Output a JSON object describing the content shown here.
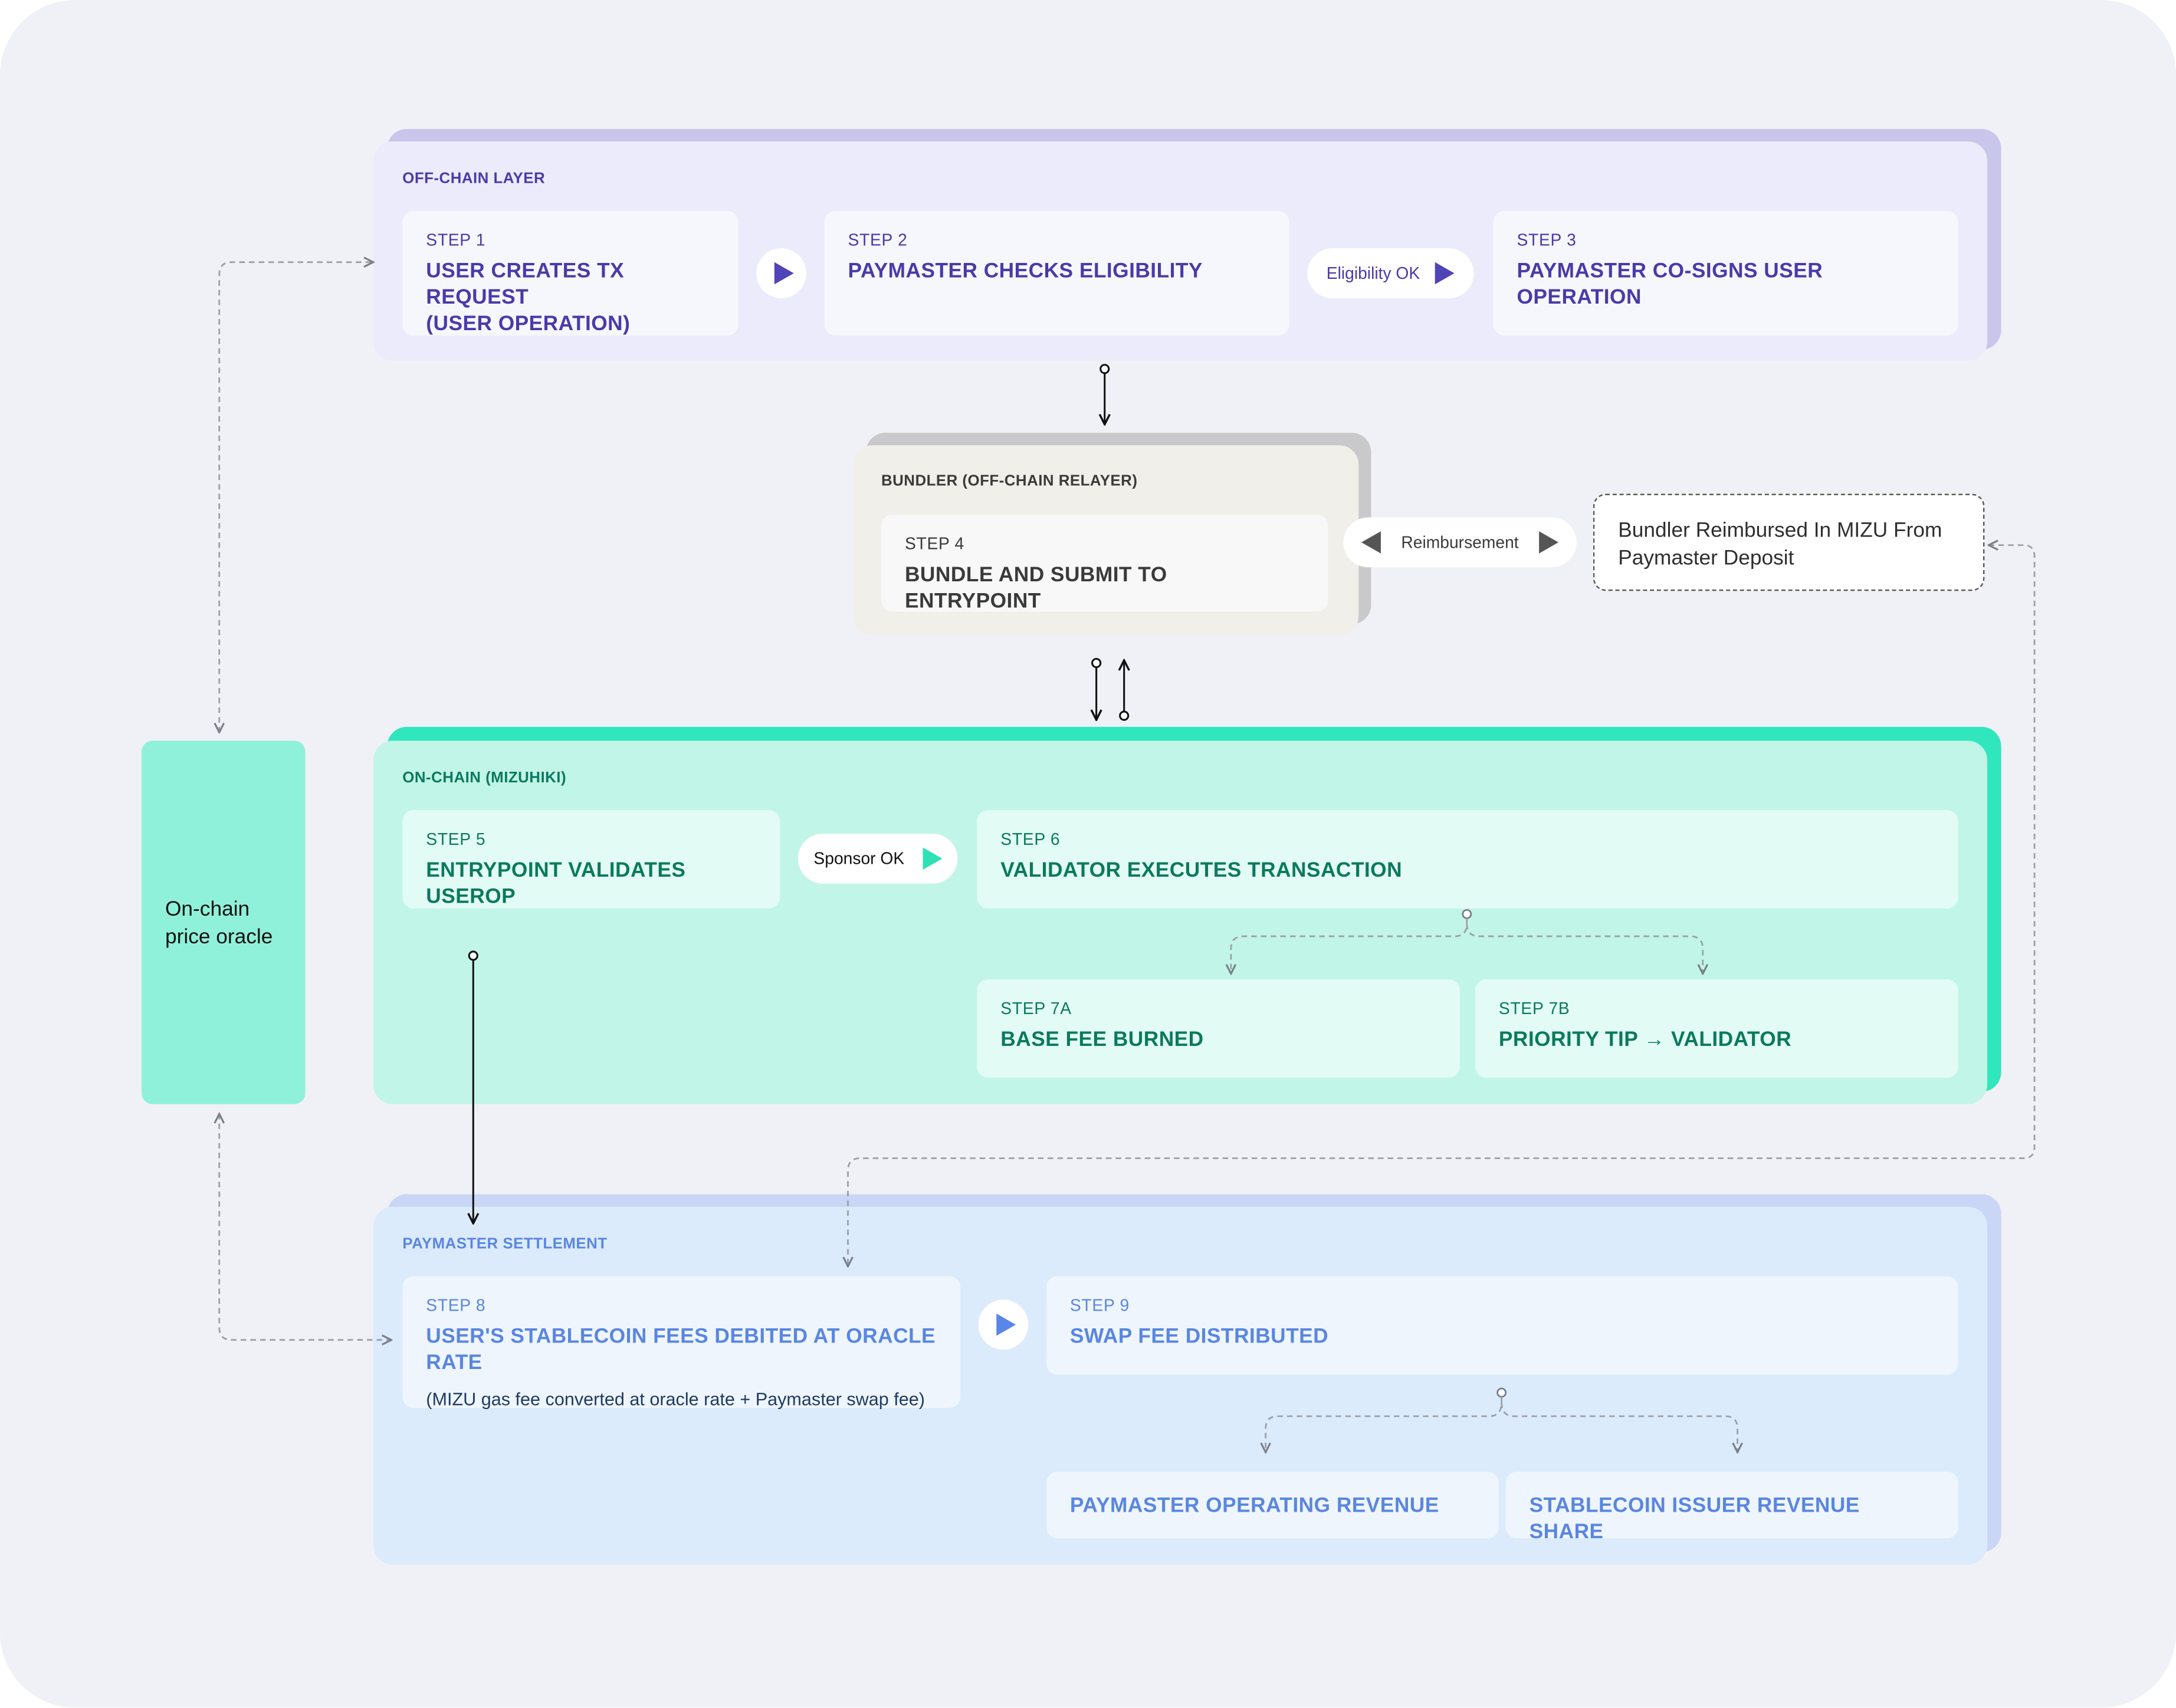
{
  "colors": {
    "canvas": "#f0f1f6",
    "offchain_back": "#c9c6ec",
    "offchain_bg": "#ecebfb",
    "offchain_card": "#f6f6fd",
    "offchain_text": "#4a3aa8",
    "offchain_accent": "#5144b6",
    "bundler_back": "#c9c9cc",
    "bundler_bg": "#f1efe9",
    "bundler_card": "#f8f8f8",
    "bundler_text": "#3a3a3a",
    "onchain_back": "#2fe6bd",
    "onchain_bg": "#c1f5e7",
    "onchain_card": "#e3fbf5",
    "onchain_text": "#0a7a5e",
    "onchain_accent": "#2ee0b6",
    "oracle_bg": "#8ff1d9",
    "settle_back": "#c9d6f5",
    "settle_bg": "#dcebfc",
    "settle_card": "#eef5fd",
    "settle_text": "#5a86e0",
    "settle_accent": "#5a86e8"
  },
  "offchain": {
    "title": "OFF-CHAIN LAYER",
    "step1": {
      "label": "STEP 1",
      "title_line1": "USER CREATES TX REQUEST",
      "title_line2": "(USER OPERATION)"
    },
    "step2": {
      "label": "STEP 2",
      "title": "PAYMASTER CHECKS ELIGIBILITY"
    },
    "eligibility_pill": "Eligibility OK",
    "step3": {
      "label": "STEP 3",
      "title": "PAYMASTER CO-SIGNS USER OPERATION"
    }
  },
  "bundler": {
    "title": "BUNDLER (OFF-CHAIN RELAYER)",
    "step4": {
      "label": "STEP 4",
      "title": "BUNDLE AND SUBMIT TO ENTRYPOINT"
    },
    "reimbursement_pill": "Reimbursement",
    "reimbursed_note_line1": "Bundler Reimbursed In MIZU From",
    "reimbursed_note_line2": "Paymaster Deposit"
  },
  "onchain": {
    "title": "ON-CHAIN (MIZUHIKI)",
    "step5": {
      "label": "STEP 5",
      "title": "ENTRYPOINT VALIDATES USEROP"
    },
    "sponsor_pill": "Sponsor OK",
    "step6": {
      "label": "STEP 6",
      "title": "VALIDATOR EXECUTES TRANSACTION"
    },
    "step7a": {
      "label": "STEP 7A",
      "title": "BASE FEE BURNED"
    },
    "step7b": {
      "label": "STEP 7B",
      "title": "PRIORITY TIP → VALIDATOR"
    }
  },
  "oracle": {
    "line1": "On-chain",
    "line2": "price oracle"
  },
  "settlement": {
    "title": "PAYMASTER SETTLEMENT",
    "step8": {
      "label": "STEP 8",
      "title": "USER'S STABLECOIN FEES DEBITED AT ORACLE RATE",
      "note": "(MIZU gas fee converted at oracle rate +  Paymaster swap fee)"
    },
    "step9": {
      "label": "STEP 9",
      "title": "SWAP FEE DISTRIBUTED"
    },
    "revenue_operating": "PAYMASTER OPERATING REVENUE",
    "revenue_issuer": "STABLECOIN ISSUER REVENUE SHARE"
  }
}
